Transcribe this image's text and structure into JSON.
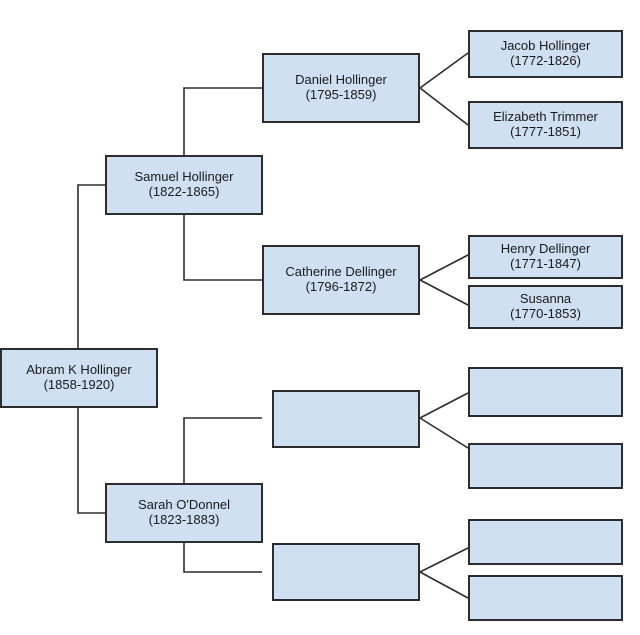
{
  "diagram": {
    "type": "family-tree-pedigree-chart",
    "palette": {
      "node_fill": "#cfe0f2",
      "node_border": "#2d2d2d",
      "connector": "#2d2d2d",
      "background": "#ffffff",
      "text": "#1a1a1a"
    }
  },
  "nodes": {
    "root": {
      "name": "Abram K Hollinger",
      "years": "(1858-1920)"
    },
    "father": {
      "name": "Samuel Hollinger",
      "years": "(1822-1865)"
    },
    "mother": {
      "name": "Sarah O'Donnel",
      "years": "(1823-1883)"
    },
    "paternal_grandfather": {
      "name": "Daniel Hollinger",
      "years": "(1795-1859)"
    },
    "paternal_grandmother": {
      "name": "Catherine Dellinger",
      "years": "(1796-1872)"
    },
    "pgf_father": {
      "name": "Jacob Hollinger",
      "years": "(1772-1826)"
    },
    "pgf_mother": {
      "name": "Elizabeth Trimmer",
      "years": "(1777-1851)"
    },
    "pgm_father": {
      "name": "Henry Dellinger",
      "years": "(1771-1847)"
    },
    "pgm_mother": {
      "name": "Susanna",
      "years": "(1770-1853)"
    },
    "maternal_grandfather": {
      "name": "",
      "years": ""
    },
    "maternal_grandmother": {
      "name": "",
      "years": ""
    },
    "mgf_father": {
      "name": "",
      "years": ""
    },
    "mgf_mother": {
      "name": "",
      "years": ""
    },
    "mgm_father": {
      "name": "",
      "years": ""
    },
    "mgm_mother": {
      "name": "",
      "years": ""
    }
  }
}
